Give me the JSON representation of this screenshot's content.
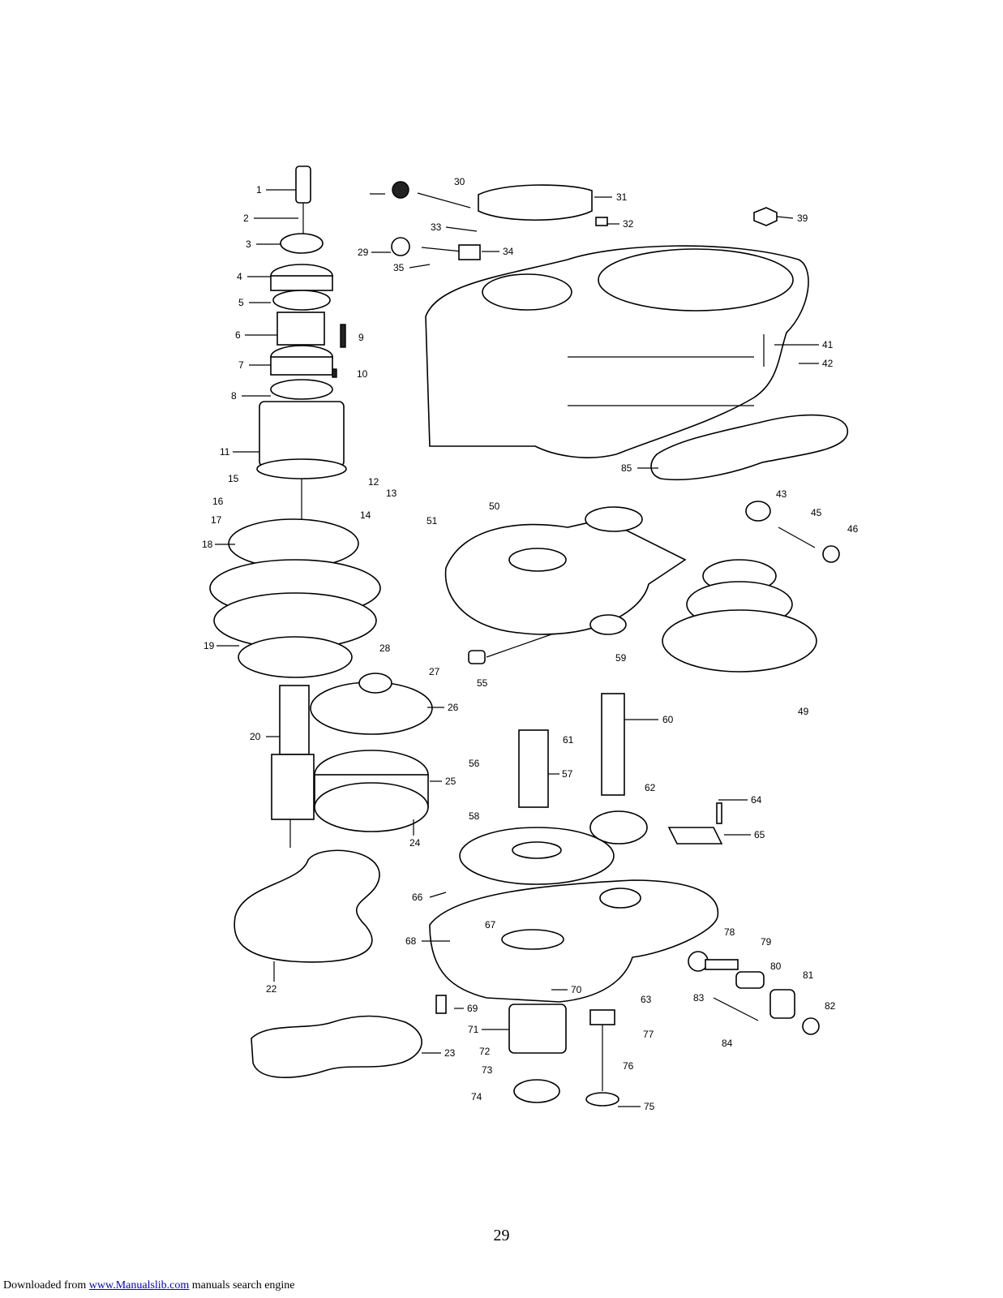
{
  "labels": [
    "1",
    "2",
    "3",
    "4",
    "5",
    "6",
    "7",
    "8",
    "9",
    "10",
    "11",
    "12",
    "13",
    "14",
    "15",
    "16",
    "17",
    "18",
    "19",
    "20",
    "22",
    "23",
    "24",
    "25",
    "26",
    "27",
    "28",
    "29",
    "30",
    "31",
    "32",
    "33",
    "34",
    "35",
    "39",
    "41",
    "42",
    "43",
    "45",
    "46",
    "49",
    "50",
    "51",
    "55",
    "56",
    "57",
    "58",
    "59",
    "60",
    "61",
    "62",
    "63",
    "64",
    "65",
    "66",
    "67",
    "68",
    "69",
    "70",
    "71",
    "72",
    "73",
    "74",
    "75",
    "76",
    "77",
    "78",
    "79",
    "80",
    "81",
    "82",
    "83",
    "84",
    "85"
  ],
  "page_number": "29",
  "footer": {
    "prefix": "Downloaded from ",
    "link": "www.Manualslib.com",
    "suffix": "  manuals search engine"
  }
}
